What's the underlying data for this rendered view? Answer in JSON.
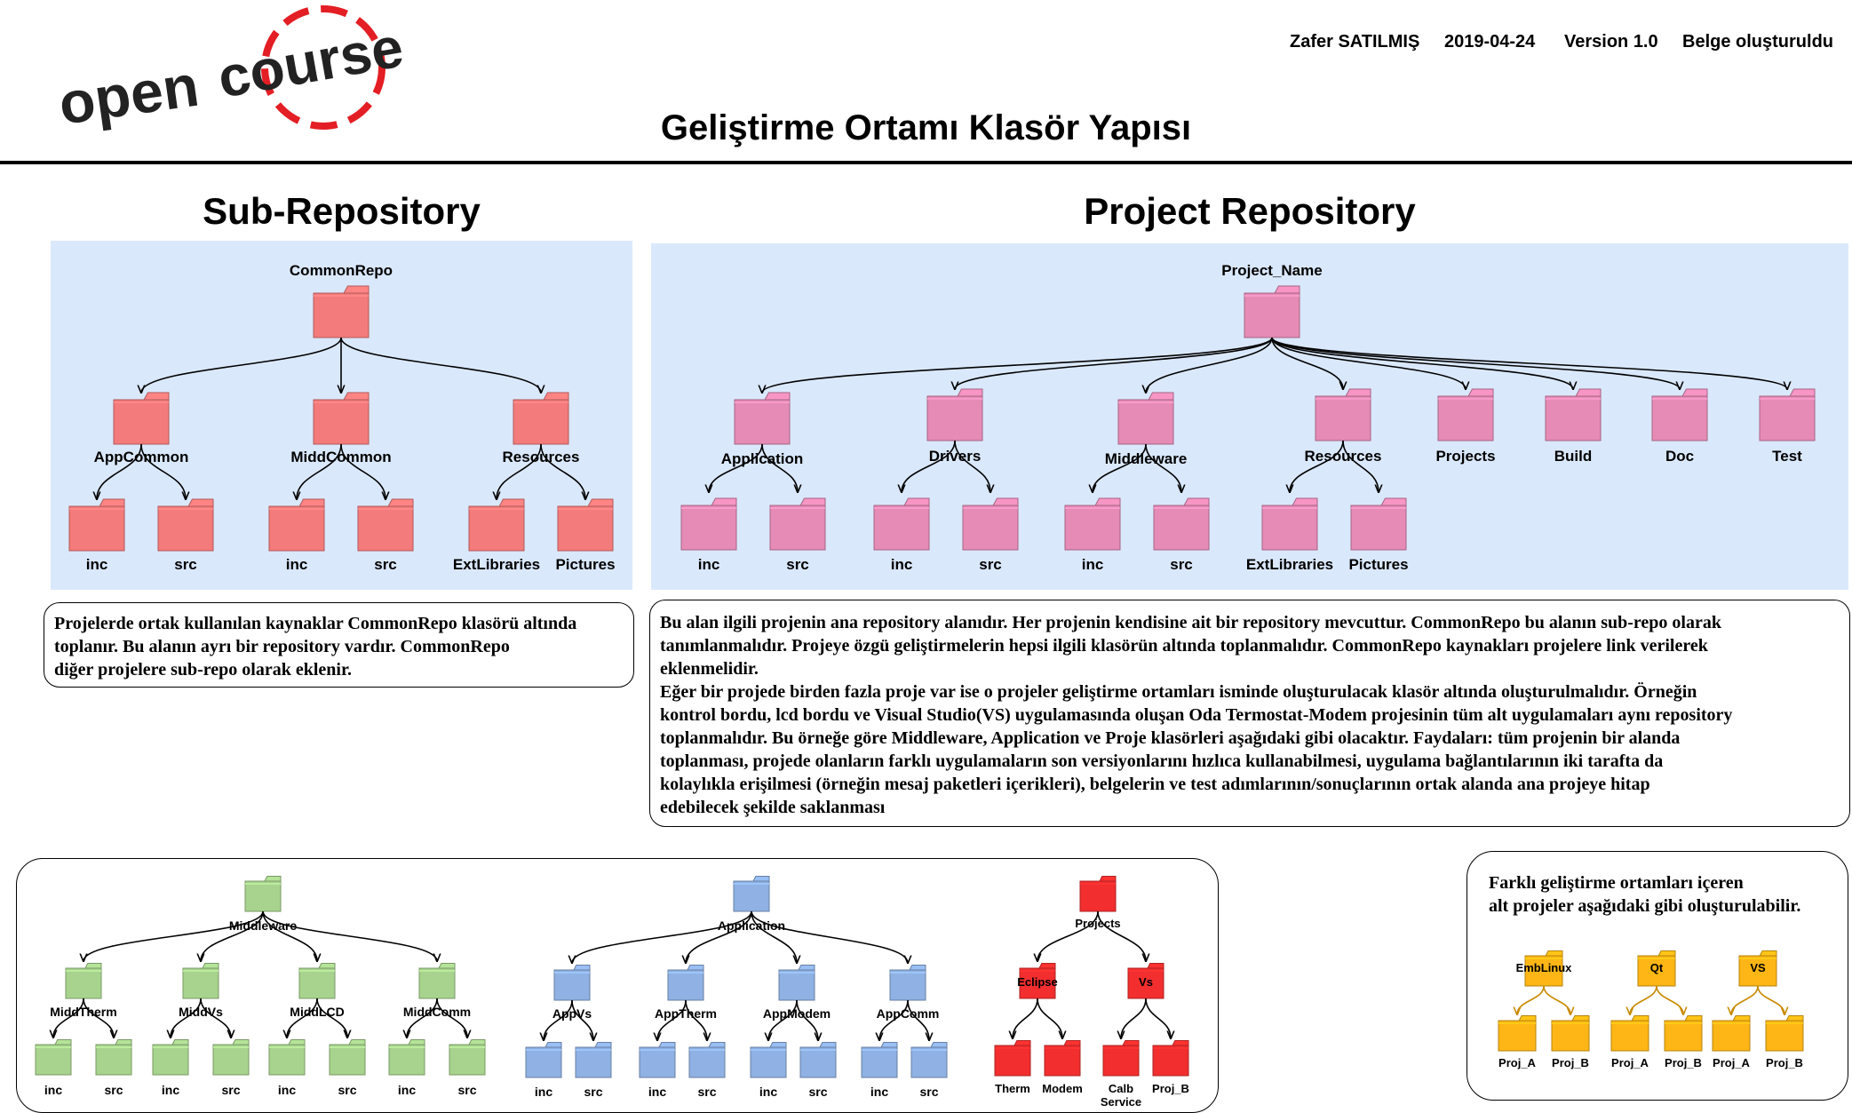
{
  "header": {
    "logo_text_left": "open",
    "logo_text_right": "course",
    "author": "Zafer SATILMIŞ",
    "date": "2019-04-24",
    "version": "Version 1.0",
    "status": "Belge oluşturuldu",
    "title": "Geliştirme Ortamı Klasör Yapısı"
  },
  "colors": {
    "panel": "#dae8fc",
    "folder_red": "#f47b7b",
    "folder_pink": "#e58bb6",
    "folder_green": "#a8d38e",
    "folder_blue": "#8fb1e3",
    "folder_bright_red": "#f22e2e",
    "folder_orange": "#fdb615",
    "logo_accent": "#e31e24"
  },
  "sub_repository": {
    "heading": "Sub-Repository",
    "root": "CommonRepo",
    "groups": [
      {
        "label": "AppCommon",
        "children": [
          "inc",
          "src"
        ]
      },
      {
        "label": "MiddCommon",
        "children": [
          "inc",
          "src"
        ]
      },
      {
        "label": "Resources",
        "children": [
          "ExtLibraries",
          "Pictures"
        ]
      }
    ],
    "description": [
      "Projelerde ortak kullanılan kaynaklar CommonRepo klasörü altında",
      "toplanır. Bu alanın ayrı bir repository vardır. CommonRepo",
      "diğer projelere sub-repo olarak eklenir."
    ]
  },
  "project_repository": {
    "heading": "Project Repository",
    "root": "Project_Name",
    "groups": [
      {
        "label": "Application",
        "children": [
          "inc",
          "src"
        ]
      },
      {
        "label": "Drivers",
        "children": [
          "inc",
          "src"
        ]
      },
      {
        "label": "Middleware",
        "children": [
          "inc",
          "src"
        ]
      },
      {
        "label": "Resources",
        "children": [
          "ExtLibraries",
          "Pictures"
        ]
      },
      {
        "label": "Projects",
        "children": []
      },
      {
        "label": "Build",
        "children": []
      },
      {
        "label": "Doc",
        "children": []
      },
      {
        "label": "Test",
        "children": []
      }
    ],
    "description": [
      "Bu alan ilgili projenin ana repository alanıdır. Her projenin kendisine ait bir repository mevcuttur. CommonRepo bu alanın sub-repo olarak",
      "tanımlanmalıdır. Projeye özgü geliştirmelerin hepsi ilgili klasörün altında toplanmalıdır. CommonRepo kaynakları projelere link verilerek",
      "eklenmelidir.",
      "Eğer bir projede birden fazla proje var ise o projeler geliştirme ortamları isminde oluşturulacak klasör altında oluşturulmalıdır. Örneğin",
      "kontrol bordu, lcd bordu ve Visual Studio(VS) uygulamasında oluşan Oda Termostat-Modem projesinin tüm alt uygulamaları aynı repository",
      "toplanmalıdır. Bu örneğe göre Middleware, Application ve Proje klasörleri aşağıdaki gibi olacaktır. Faydaları: tüm projenin bir alanda",
      "toplanması, projede olanların farklı uygulamaların son versiyonlarını hızlıca kullanabilmesi, uygulama bağlantılarının iki tarafta da",
      "kolaylıkla erişilmesi (örneğin mesaj paketleri içerikleri), belgelerin ve test adımlarının/sonuçlarının ortak alanda ana projeye hitap",
      "edebilecek şekilde saklanması"
    ]
  },
  "example_trees": {
    "middleware": {
      "root": "Middleware",
      "groups": [
        {
          "label": "MiddTherm",
          "children": [
            "inc",
            "src"
          ]
        },
        {
          "label": "MiddVs",
          "children": [
            "inc",
            "src"
          ]
        },
        {
          "label": "MiddLCD",
          "children": [
            "inc",
            "src"
          ]
        },
        {
          "label": "MiddComm",
          "children": [
            "inc",
            "src"
          ]
        }
      ]
    },
    "application": {
      "root": "Application",
      "groups": [
        {
          "label": "AppVs",
          "children": [
            "inc",
            "src"
          ]
        },
        {
          "label": "AppTherm",
          "children": [
            "inc",
            "src"
          ]
        },
        {
          "label": "AppModem",
          "children": [
            "inc",
            "src"
          ]
        },
        {
          "label": "AppComm",
          "children": [
            "inc",
            "src"
          ]
        }
      ]
    },
    "projects": {
      "root": "Projects",
      "groups": [
        {
          "label": "Eclipse",
          "children": [
            "Therm",
            "Modem"
          ]
        },
        {
          "label": "Vs",
          "children": [
            "Calb Service",
            "Proj_B"
          ]
        }
      ]
    }
  },
  "environments_box": {
    "text": [
      "Farklı geliştirme ortamları içeren",
      "alt projeler aşağıdaki gibi oluşturulabilir."
    ],
    "groups": [
      {
        "label": "EmbLinux",
        "children": [
          "Proj_A",
          "Proj_B"
        ]
      },
      {
        "label": "Qt",
        "children": [
          "Proj_A",
          "Proj_B"
        ]
      },
      {
        "label": "VS",
        "children": [
          "Proj_A",
          "Proj_B"
        ]
      }
    ]
  }
}
